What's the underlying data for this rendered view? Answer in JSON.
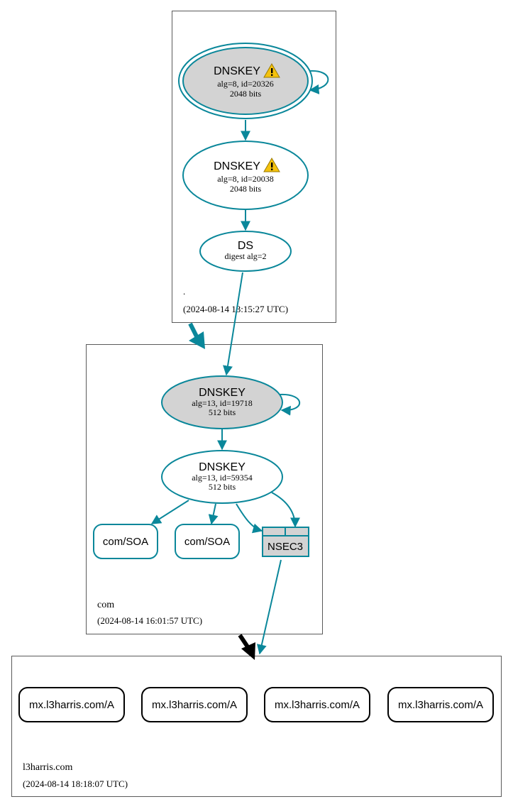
{
  "colors": {
    "edge": "#0a879a",
    "node_fill_gray": "#d3d3d3",
    "warning": "#f4c20d",
    "delegation_black": "#000000",
    "zone_border": "#5a5a5a"
  },
  "zones": {
    "root": {
      "name": ".",
      "timestamp": "(2024-08-14 13:15:27 UTC)"
    },
    "com": {
      "name": "com",
      "timestamp": "(2024-08-14 16:01:57 UTC)"
    },
    "l3harris": {
      "name": "l3harris.com",
      "timestamp": "(2024-08-14 18:18:07 UTC)"
    }
  },
  "nodes": {
    "root_ksk": {
      "title": "DNSKEY",
      "line1": "alg=8, id=20326",
      "line2": "2048 bits",
      "warning": true
    },
    "root_zsk": {
      "title": "DNSKEY",
      "line1": "alg=8, id=20038",
      "line2": "2048 bits",
      "warning": true
    },
    "root_ds": {
      "title": "DS",
      "line1": "digest alg=2"
    },
    "com_ksk": {
      "title": "DNSKEY",
      "line1": "alg=13, id=19718",
      "line2": "512 bits"
    },
    "com_zsk": {
      "title": "DNSKEY",
      "line1": "alg=13, id=59354",
      "line2": "512 bits"
    },
    "com_soa_1": {
      "label": "com/SOA"
    },
    "com_soa_2": {
      "label": "com/SOA"
    },
    "nsec3": {
      "label": "NSEC3"
    },
    "mx_1": {
      "label": "mx.l3harris.com/A"
    },
    "mx_2": {
      "label": "mx.l3harris.com/A"
    },
    "mx_3": {
      "label": "mx.l3harris.com/A"
    },
    "mx_4": {
      "label": "mx.l3harris.com/A"
    }
  }
}
